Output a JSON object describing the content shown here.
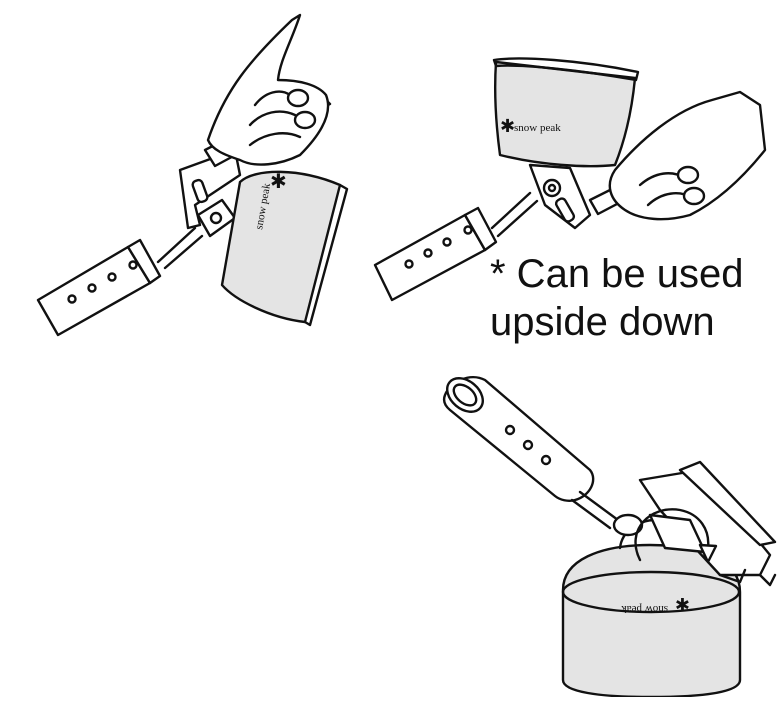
{
  "note": {
    "line1": "* Can be used",
    "line2": "upside down"
  },
  "brand_text": "snow peak",
  "icons": [
    "hand-icon",
    "pot-icon",
    "burner-icon",
    "gas-canister-icon",
    "rotate-arrow-icon",
    "snowflake-logo-icon"
  ]
}
